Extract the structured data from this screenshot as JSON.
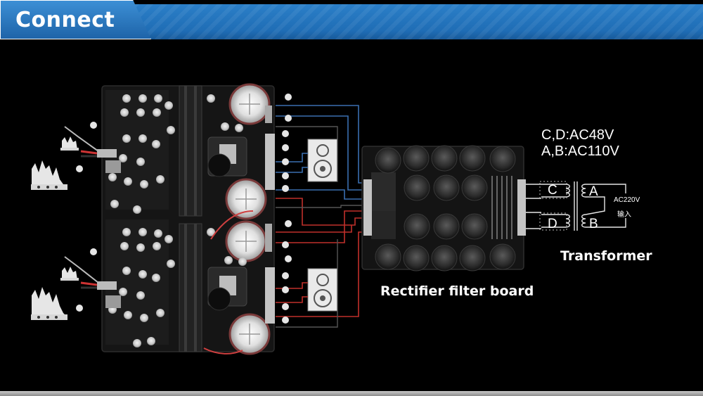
{
  "header": {
    "title": "Connect"
  },
  "labels": {
    "rectifier": "Rectifier filter board",
    "transformer": "Transformer",
    "voltage_cd": "C,D:AC48V",
    "voltage_ab": "A,B:AC110V",
    "coil_c": "C",
    "coil_d": "D",
    "coil_a": "A",
    "coil_b": "B",
    "ac220": "AC220V",
    "input": "输入"
  },
  "colors": {
    "header_blue": "#1f6db5",
    "wire_blue": "#3a6fb0",
    "wire_red": "#c0302a",
    "pcb": "#171717",
    "capacitor": "#d9d9d9"
  }
}
